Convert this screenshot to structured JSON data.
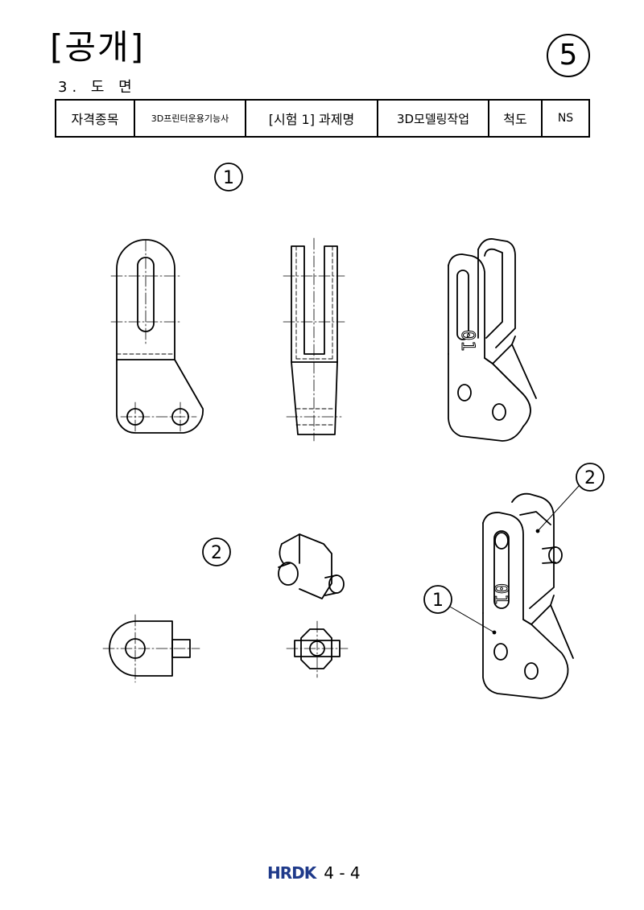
{
  "header": {
    "title": "[공개]",
    "subtitle": "3. 도 면",
    "sheet_number": "5"
  },
  "info_table": {
    "label_qualification": "자격종목",
    "qualification": "3D프린터운용기능사",
    "label_task": "[시험 1] 과제명",
    "task": "3D모델링작업",
    "label_scale": "척도",
    "scale": "NS"
  },
  "drawing": {
    "part1_label": "1",
    "part2_label": "2",
    "assembly_callout_1": "1",
    "assembly_callout_2": "2",
    "engraved_text": "01"
  },
  "footer": {
    "logo": "HRDK",
    "page": "4 - 4"
  }
}
